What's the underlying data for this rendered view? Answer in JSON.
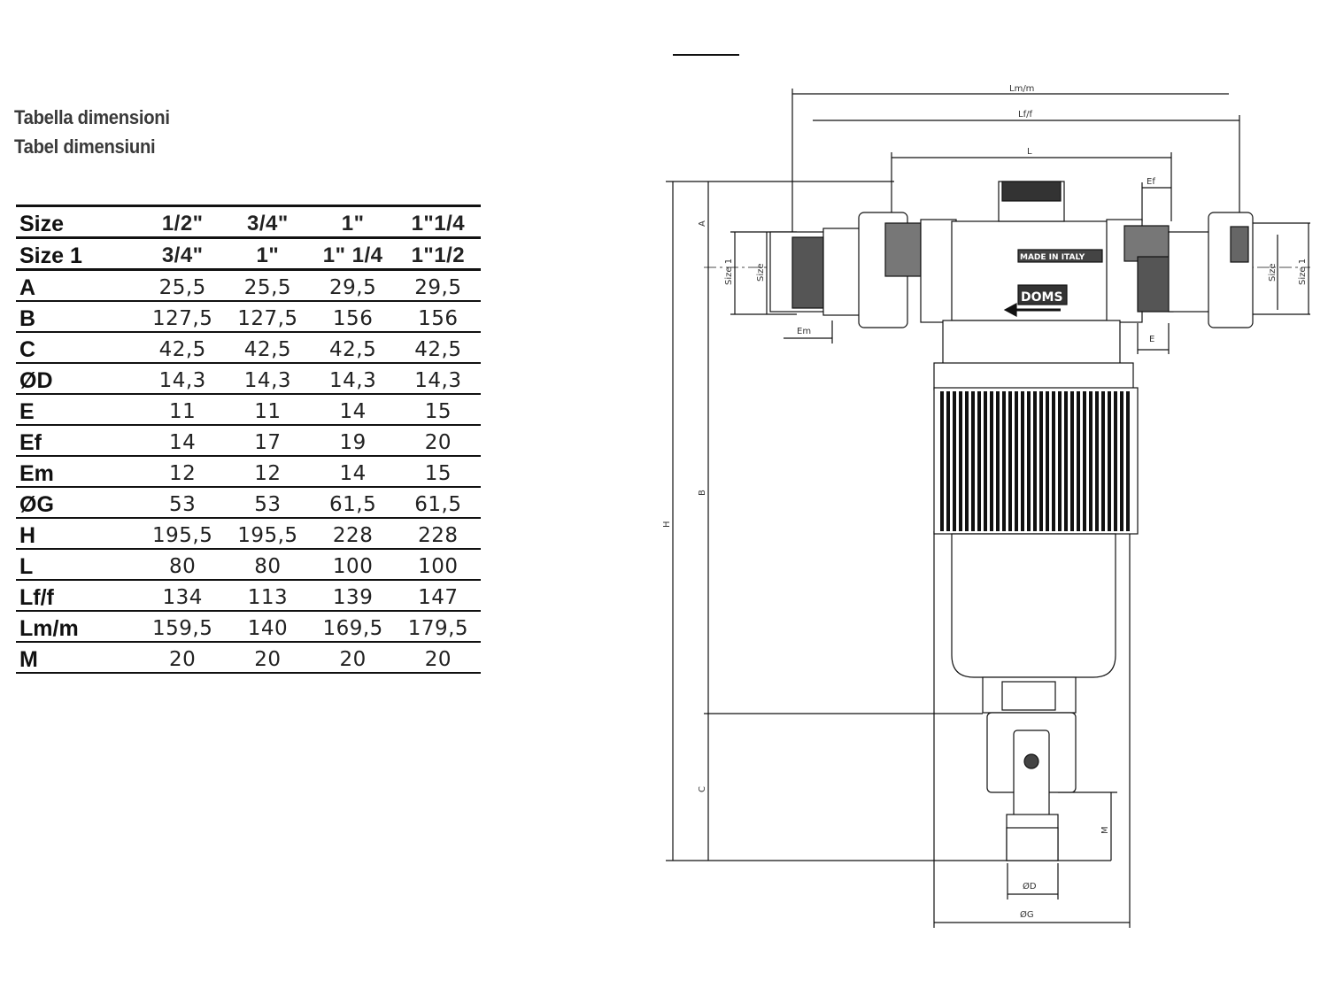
{
  "titles": {
    "line1": "Tabella dimensioni",
    "line2": "Tabel dimensiuni"
  },
  "table": {
    "rows": [
      {
        "label": "Size",
        "values": [
          "1/2\"",
          "3/4\"",
          "1\"",
          "1\"1/4"
        ]
      },
      {
        "label": "Size 1",
        "values": [
          "3/4\"",
          "1\"",
          "1\" 1/4",
          "1\"1/2"
        ]
      },
      {
        "label": "A",
        "values": [
          "25,5",
          "25,5",
          "29,5",
          "29,5"
        ]
      },
      {
        "label": "B",
        "values": [
          "127,5",
          "127,5",
          "156",
          "156"
        ]
      },
      {
        "label": "C",
        "values": [
          "42,5",
          "42,5",
          "42,5",
          "42,5"
        ]
      },
      {
        "label": "ØD",
        "values": [
          "14,3",
          "14,3",
          "14,3",
          "14,3"
        ]
      },
      {
        "label": "E",
        "values": [
          "11",
          "11",
          "14",
          "15"
        ]
      },
      {
        "label": "Ef",
        "values": [
          "14",
          "17",
          "19",
          "20"
        ]
      },
      {
        "label": "Em",
        "values": [
          "12",
          "12",
          "14",
          "15"
        ]
      },
      {
        "label": "ØG",
        "values": [
          "53",
          "53",
          "61,5",
          "61,5"
        ]
      },
      {
        "label": "H",
        "values": [
          "195,5",
          "195,5",
          "228",
          "228"
        ]
      },
      {
        "label": "L",
        "values": [
          "80",
          "80",
          "100",
          "100"
        ]
      },
      {
        "label": "Lf/f",
        "values": [
          "134",
          "113",
          "139",
          "147"
        ]
      },
      {
        "label": "Lm/m",
        "values": [
          "159,5",
          "140",
          "169,5",
          "179,5"
        ]
      },
      {
        "label": "M",
        "values": [
          "20",
          "20",
          "20",
          "20"
        ]
      }
    ]
  },
  "drawing": {
    "labels": {
      "lmm": "Lm/m",
      "lff": "Lf/f",
      "l": "L",
      "ef": "Ef",
      "a": "A",
      "b": "B",
      "c": "C",
      "h": "H",
      "size": "Size",
      "size1": "Size 1",
      "em": "Em",
      "e": "E",
      "m": "M",
      "od": "ØD",
      "og": "ØG",
      "made_in_italy": "MADE IN ITALY",
      "brand": "DOMS"
    }
  }
}
